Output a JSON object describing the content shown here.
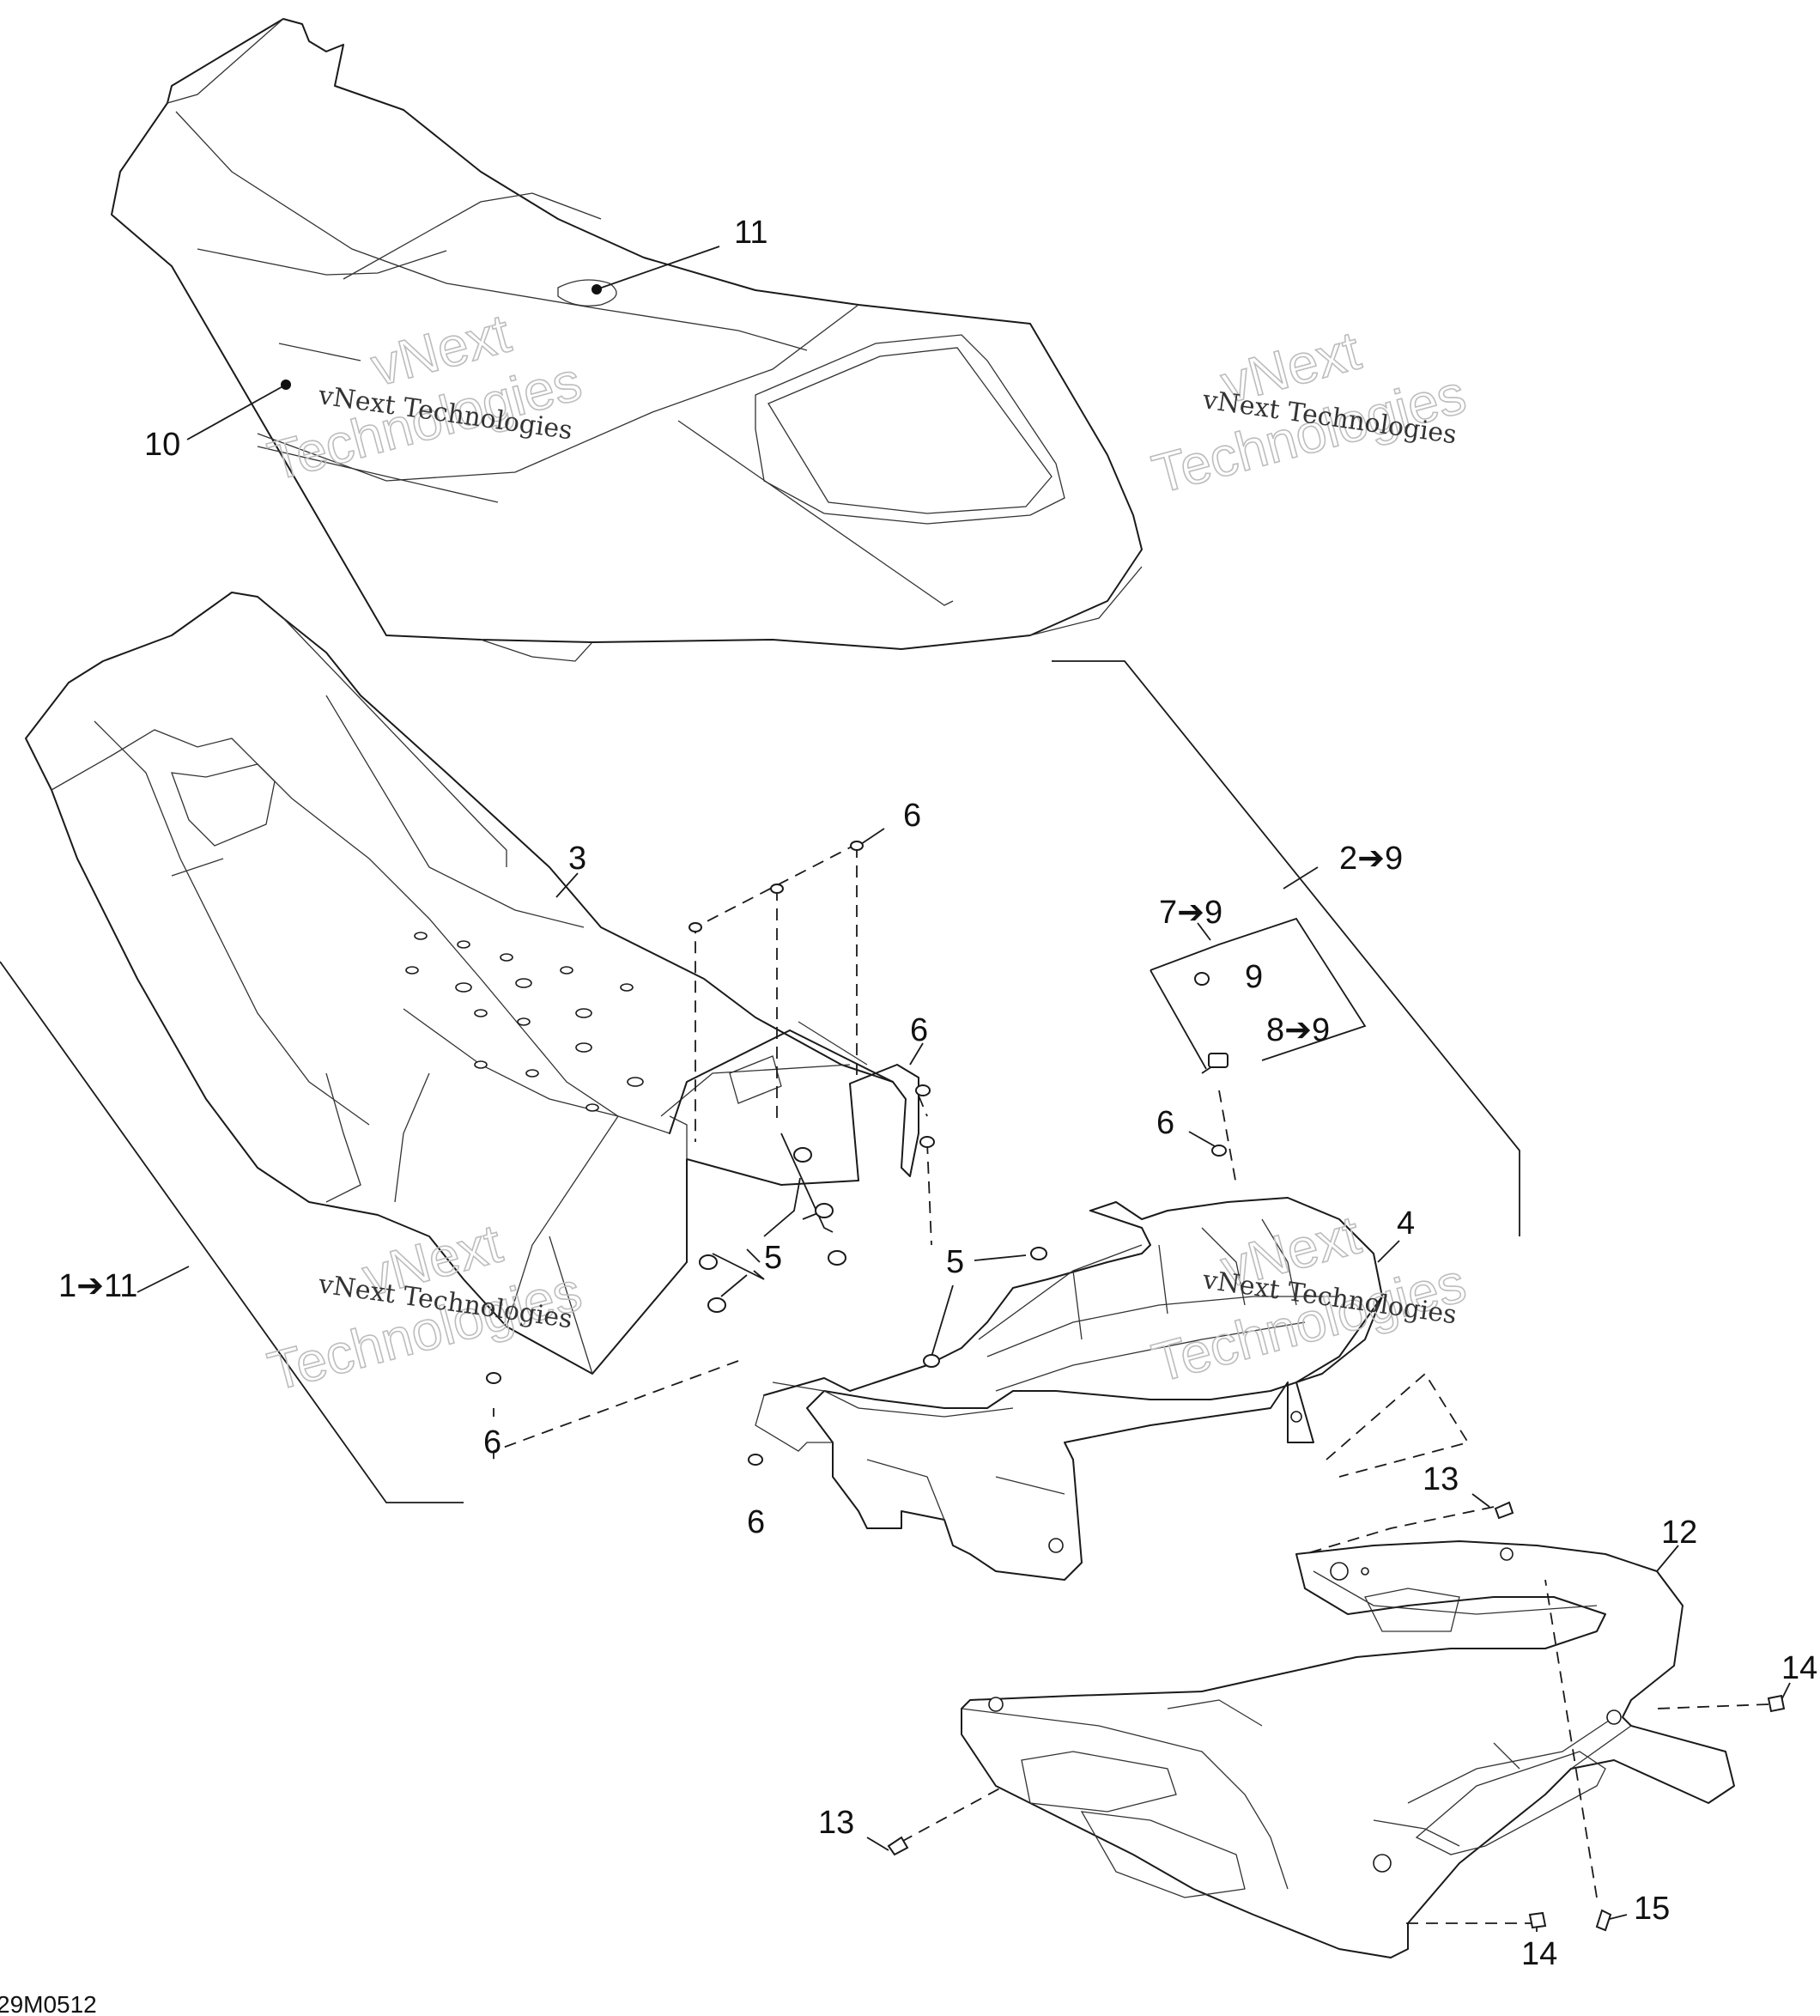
{
  "callouts": {
    "c11_top": "11",
    "c10": "10",
    "c6_a": "6",
    "c3": "3",
    "c2_9": "2➔9",
    "c7_9": "7➔9",
    "c9": "9",
    "c8_9": "8➔9",
    "c6_b": "6",
    "c6_c": "6",
    "c4": "4",
    "c5_a": "5",
    "c5_b": "5",
    "c1_11": "1➔11",
    "c6_d": "6",
    "c6_e": "6",
    "c13_a": "13",
    "c12": "12",
    "c14_a": "14",
    "c13_b": "13",
    "c14_b": "14",
    "c15": "15"
  },
  "watermark": {
    "brand_line": "vNext Technologies",
    "word1": "vNext",
    "word2": "Technologies"
  },
  "figure_code": "29M0512"
}
